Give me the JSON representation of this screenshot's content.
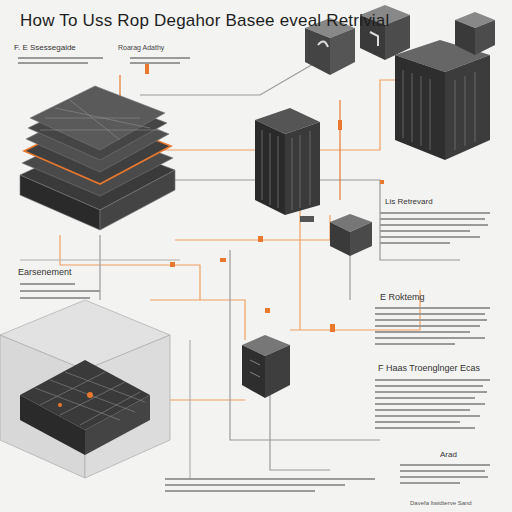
{
  "diagram": {
    "title": "How To Uss Rop Degahor Basee eveal Retrivial",
    "labels": [
      "F. E Ssessegaide",
      "Roarag Adathy",
      "Lis Retrevard",
      "Earsenement",
      "E Roktemg",
      "F Haas Troenglnger Ecas",
      "Arad",
      "Davefa ltwidterve Sand"
    ]
  }
}
